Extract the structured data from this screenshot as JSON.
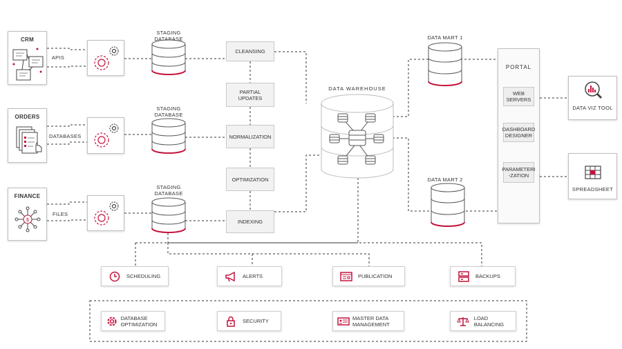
{
  "sources": {
    "crm": {
      "title": "CRM",
      "link": "APIS"
    },
    "orders": {
      "title": "ORDERS",
      "link": "DATABASES"
    },
    "finance": {
      "title": "FINANCE",
      "link": "FILES"
    }
  },
  "staging_label": "STAGING DATABASE",
  "process": {
    "cleansing": "CLEANSING",
    "partial_updates": "PARTIAL UPDATES",
    "normalization": "NORMALIZATION",
    "optimization": "OPTIMIZATION",
    "indexing": "INDEXING"
  },
  "warehouse_label": "DATA WAREHOUSE",
  "marts": {
    "one": "DATA MART 1",
    "two": "DATA MART 2"
  },
  "portal": {
    "title": "PORTAL",
    "web_servers": "WEB SERVERS",
    "dashboard_designer": "DASHBOARD DESIGNER",
    "parameterization": "PARAMETERI -ZATION"
  },
  "outputs": {
    "dataviz": "DATA VIZ TOOL",
    "spreadsheet": "SPREADSHEET"
  },
  "services": {
    "scheduling": "SCHEDULING",
    "alerts": "ALERTS",
    "publication": "PUBLICATION",
    "backups": "BACKUPS"
  },
  "features": {
    "db_optimization": "DATABASE OPTIMIZATION",
    "security": "SECURITY",
    "mdm": "MASTER DATA MANAGEMENT",
    "load_balancing": "LOAD BALANCING"
  },
  "colors": {
    "accent": "#c4123c",
    "line": "#333333",
    "border": "#bfbfbf"
  }
}
